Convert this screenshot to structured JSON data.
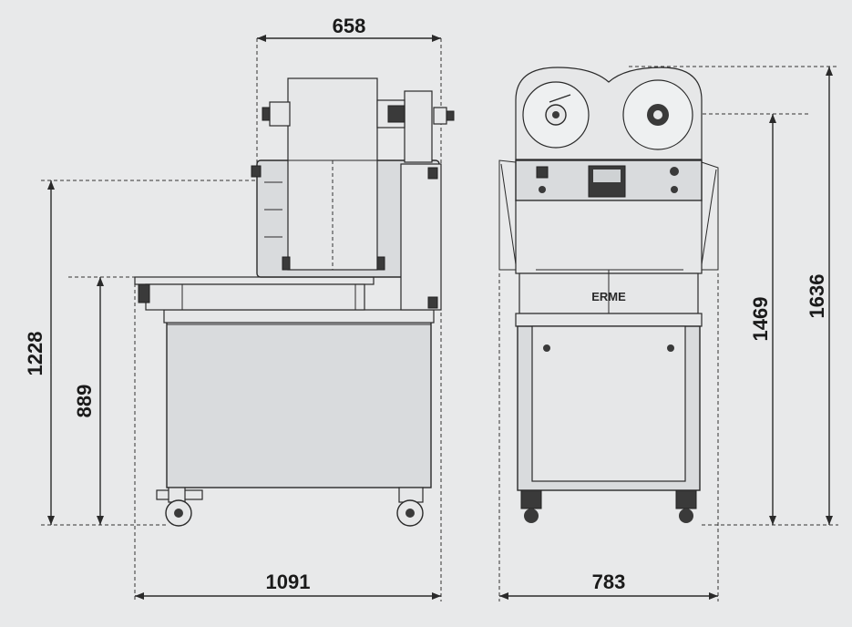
{
  "dimensions": {
    "top_width": "658",
    "left_height_total": "1228",
    "left_height_table": "889",
    "bottom_width_side": "1091",
    "bottom_width_front": "783",
    "right_height_axis": "1469",
    "right_height_total": "1636"
  },
  "logo": {
    "text": "ERME"
  },
  "colors": {
    "background": "#e8e9ea",
    "line": "#2a2a2a",
    "panel": "#d9dbdd"
  }
}
